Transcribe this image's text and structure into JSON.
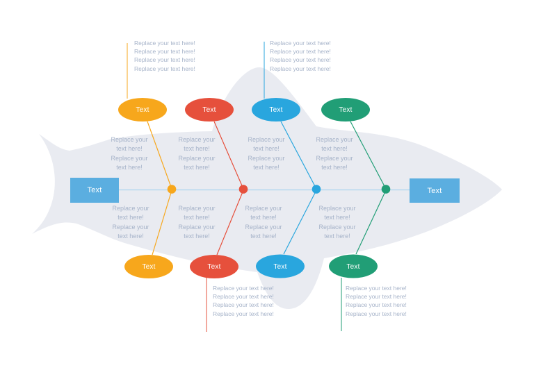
{
  "palette": {
    "orange": "#F7A71C",
    "red": "#E6503C",
    "blue": "#29A6DE",
    "green": "#219E76",
    "node_blue": "#5BAEE0",
    "spine_line": "#AAD4EF",
    "fish_body": "#E9EBF1",
    "note_text": "#A6B3C9",
    "label_text": "#FFFFFF"
  },
  "head": {
    "label": "Text"
  },
  "tail": {
    "label": "Text"
  },
  "top_branches": [
    {
      "label": "Text",
      "color_name": "orange",
      "note": [
        "Replace your",
        "text here!",
        "Replace your",
        "text here!"
      ]
    },
    {
      "label": "Text",
      "color_name": "red",
      "note": [
        "Replace your",
        "text here!",
        "Replace your",
        "text here!"
      ]
    },
    {
      "label": "Text",
      "color_name": "blue",
      "note": [
        "Replace your",
        "text here!",
        "Replace your",
        "text here!"
      ]
    },
    {
      "label": "Text",
      "color_name": "green",
      "note": [
        "Replace your",
        "text here!",
        "Replace your",
        "text here!"
      ]
    }
  ],
  "bottom_branches": [
    {
      "label": "Text",
      "color_name": "orange",
      "note": [
        "Replace your",
        "text here!",
        "Replace your",
        "text here!"
      ]
    },
    {
      "label": "Text",
      "color_name": "red",
      "note": [
        "Replace your",
        "text here!",
        "Replace your",
        "text here!"
      ]
    },
    {
      "label": "Text",
      "color_name": "blue",
      "note": [
        "Replace your",
        "text here!",
        "Replace your",
        "text here!"
      ]
    },
    {
      "label": "Text",
      "color_name": "green",
      "note": [
        "Replace your",
        "text here!",
        "Replace your",
        "text here!"
      ]
    }
  ],
  "detail_blocks": {
    "top_left": {
      "lines": [
        "Replace your text here!",
        "Replace your text here!",
        "Replace your text here!",
        "Replace your text here!"
      ]
    },
    "top_center": {
      "lines": [
        "Replace your text here!",
        "Replace your text here!",
        "Replace your text here!",
        "Replace your text here!"
      ]
    },
    "bottom_center": {
      "lines": [
        "Replace your text here!",
        "Replace your text here!",
        "Replace your text here!",
        "Replace your text here!"
      ]
    },
    "bottom_right": {
      "lines": [
        "Replace your text here!",
        "Replace your text here!",
        "Replace your text here!",
        "Replace your text here!"
      ]
    }
  }
}
